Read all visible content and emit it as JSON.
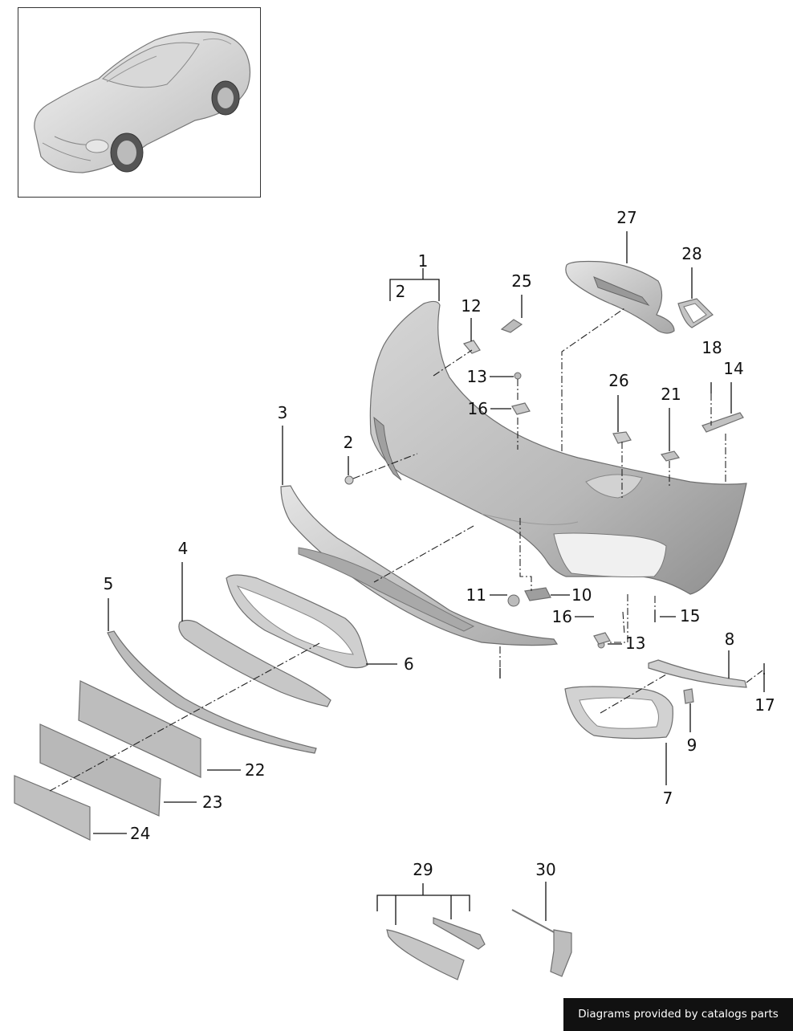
{
  "credit": "Diagrams provided by catalogs parts",
  "callouts": [
    "1",
    "2",
    "2",
    "3",
    "4",
    "5",
    "6",
    "7",
    "8",
    "9",
    "10",
    "11",
    "12",
    "13",
    "13",
    "14",
    "15",
    "16",
    "16",
    "17",
    "18",
    "21",
    "22",
    "23",
    "24",
    "25",
    "26",
    "27",
    "28",
    "29",
    "30"
  ],
  "colors": {
    "part_fill": "#c9c9c9",
    "part_dark": "#9a9a9a",
    "credit_bg": "#111111"
  }
}
